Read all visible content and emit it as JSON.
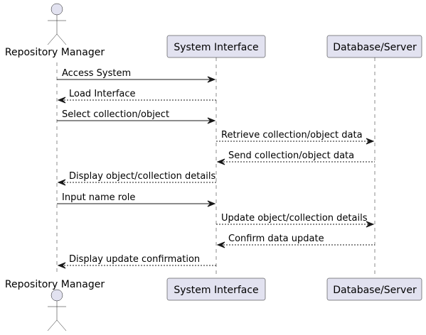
{
  "colors": {
    "participant_fill": "#E2E2F0",
    "outline": "#181818",
    "background": "#FFFFFF"
  },
  "diagram": {
    "type": "sequence",
    "participants": [
      {
        "id": "manager",
        "label": "Repository Manager",
        "kind": "actor",
        "icon": "stick-figure-icon"
      },
      {
        "id": "interface",
        "label": "System Interface",
        "kind": "participant"
      },
      {
        "id": "db",
        "label": "Database/Server",
        "kind": "participant"
      }
    ],
    "messages": [
      {
        "from": "manager",
        "to": "interface",
        "label": "Access System",
        "style": "solid"
      },
      {
        "from": "interface",
        "to": "manager",
        "label": "Load Interface",
        "style": "dashed"
      },
      {
        "from": "manager",
        "to": "interface",
        "label": "Select collection/object",
        "style": "solid"
      },
      {
        "from": "interface",
        "to": "db",
        "label": "Retrieve collection/object data",
        "style": "dashed"
      },
      {
        "from": "db",
        "to": "interface",
        "label": "Send collection/object data",
        "style": "dashed"
      },
      {
        "from": "interface",
        "to": "manager",
        "label": "Display object/collection details",
        "style": "dashed"
      },
      {
        "from": "manager",
        "to": "interface",
        "label": "Input name role",
        "style": "solid"
      },
      {
        "from": "interface",
        "to": "db",
        "label": "Update object/collection details",
        "style": "dashed"
      },
      {
        "from": "db",
        "to": "interface",
        "label": "Confirm data update",
        "style": "dashed"
      },
      {
        "from": "interface",
        "to": "manager",
        "label": "Display update confirmation",
        "style": "dashed"
      }
    ]
  }
}
